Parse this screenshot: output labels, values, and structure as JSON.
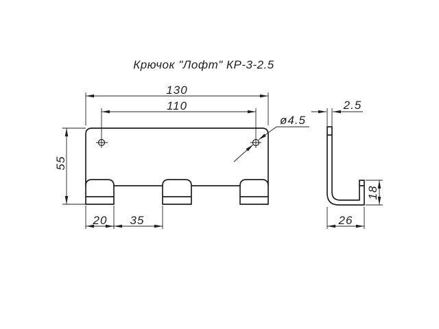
{
  "title": "Крючок \"Лофт\" КР-3-2.5",
  "front_view": {
    "dim_overall_width": "130",
    "dim_hole_spacing": "110",
    "dim_overall_height": "55",
    "dim_hook_width": "20",
    "dim_hook_gap": "35",
    "hole_diameter_label": "ø4.5"
  },
  "side_view": {
    "dim_thickness": "2.5",
    "dim_depth": "26",
    "dim_lip_height": "18"
  },
  "colors": {
    "line": "#1f1f1f",
    "background": "#ffffff"
  }
}
